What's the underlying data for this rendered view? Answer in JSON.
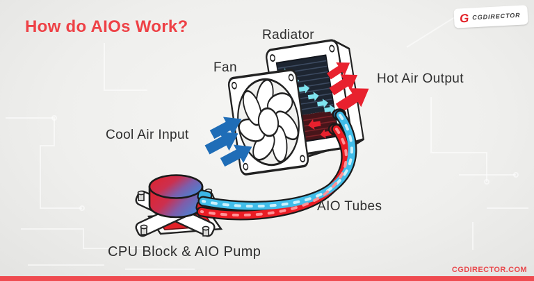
{
  "title": {
    "text": "How do AIOs Work?",
    "color": "#ee4146"
  },
  "logo": {
    "g_letter": "G",
    "brand": "CGDIRECTOR"
  },
  "diagram": {
    "labels": {
      "radiator": "Radiator",
      "fan": "Fan",
      "hot_air_output": "Hot Air Output",
      "cool_air_input": "Cool Air Input",
      "aio_tubes": "AIO Tubes",
      "cpu_block_pump": "CPU Block & AIO Pump"
    },
    "colors": {
      "hot_arrow_red": "#e8212e",
      "cool_arrow_blue": "#1f6db7",
      "tube_red": "#ea1c24",
      "tube_blue": "#41bde9",
      "core_arrow_cyan": "#7fe4f0",
      "radiator_core_navy": "#1d2531",
      "radiator_core_maroon": "#47151a",
      "label_text": "#2e2e2e"
    }
  },
  "footer": {
    "site": "CGDIRECTOR.COM",
    "bar_color": "#ef4b50"
  }
}
